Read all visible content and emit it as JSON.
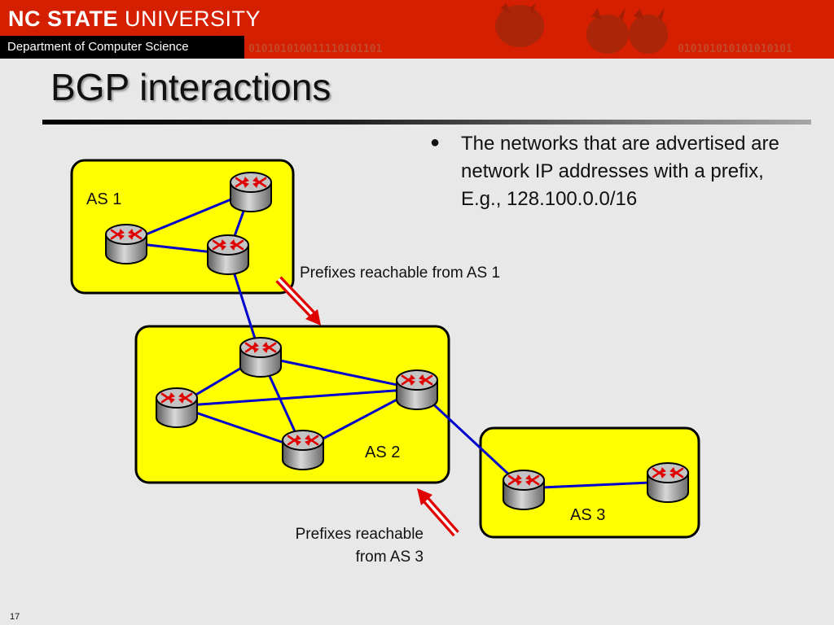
{
  "header": {
    "university_bold": "NC STATE",
    "university_rest": "UNIVERSITY",
    "department": "Department of Computer Science",
    "binary_left": "010101010011110101101",
    "binary_right": "010101010101010101"
  },
  "slide": {
    "title": "BGP interactions",
    "bullet": "The networks that are advertised are network IP addresses with a prefix, E.g., 128.100.0.0/16",
    "slide_number": "17"
  },
  "diagram": {
    "as1_label": "AS 1",
    "as2_label": "AS 2",
    "as3_label": "AS 3",
    "prefix_as1_label": "Prefixes reachable from AS 1",
    "prefix_as3_line1": "Prefixes reachable",
    "prefix_as3_line2": "from AS 3"
  },
  "colors": {
    "header_red": "#d41f00",
    "as_box_fill": "#ffff00",
    "link_blue": "#0000cc",
    "arrow_red": "#e00000",
    "router_gray": "#9a9a9a"
  }
}
